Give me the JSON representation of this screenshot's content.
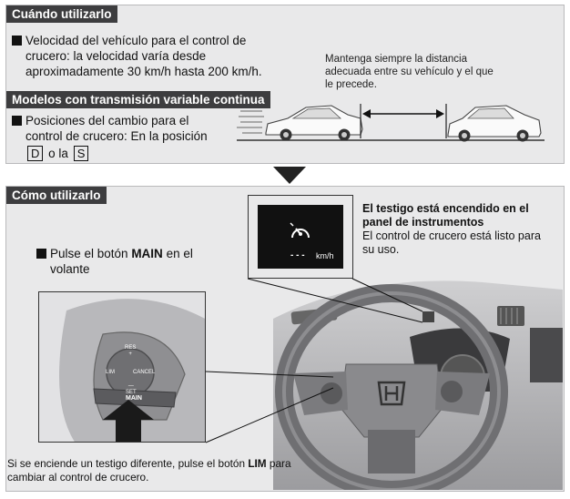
{
  "top": {
    "when_tag": "Cuándo utilizarlo",
    "speed_lines": [
      "Velocidad del vehículo para el control de",
      "crucero: la velocidad varía desde",
      "aproximadamente 30 km/h hasta 200 km/h."
    ],
    "distance_lines": [
      "Mantenga siempre la distancia",
      "adecuada entre su vehículo y el que",
      "le precede."
    ],
    "cvt_tag": "Modelos con transmisión variable continua",
    "shift_lines": [
      "Posiciones del cambio para el",
      "control de crucero: En la posición"
    ],
    "gear_d": "D",
    "gear_or": "o la",
    "gear_s": "S"
  },
  "bottom": {
    "how_tag": "Cómo utilizarlo",
    "press_prefix": "Pulse el botón ",
    "press_bold": "MAIN",
    "press_suffix": " en el",
    "press_line2": "volante",
    "indicator_title_1": "El testigo está encendido en el",
    "indicator_title_2": "panel de instrumentos",
    "indicator_body_1": "El control de crucero está listo para",
    "indicator_body_2": "su uso.",
    "display_unit": "km/h",
    "display_dashes": "- - -",
    "footer_1_prefix": "Si se enciende un testigo diferente, pulse el botón ",
    "footer_1_bold": "LIM",
    "footer_1_suffix": " para",
    "footer_2": "cambiar al control de crucero."
  },
  "switch_labels": {
    "res": "RES\n+",
    "lim": "LIM",
    "cancel": "CANCEL",
    "set": "—\nSET",
    "main": "MAIN"
  },
  "colors": {
    "panel": "#e9e9ea",
    "tag": "#3d3d3f",
    "display": "#111111",
    "indicator": "#ffffff"
  },
  "icons": [
    "cruise-indicator-icon",
    "down-arrow-icon",
    "double-arrow-icon",
    "press-arrow-icon",
    "honda-logo-icon"
  ]
}
